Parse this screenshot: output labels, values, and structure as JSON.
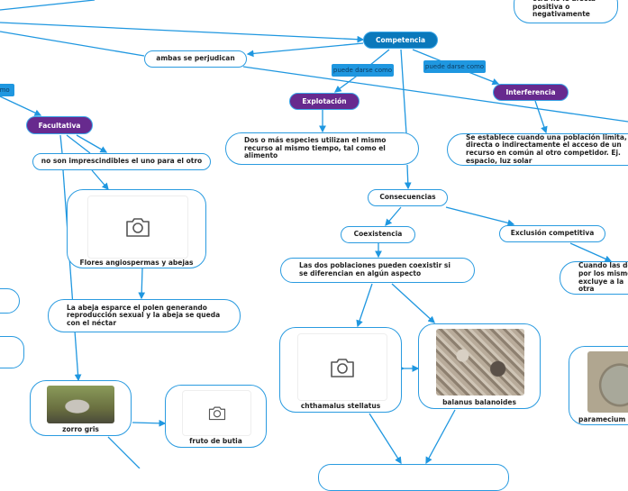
{
  "colors": {
    "link": "#1f97e0",
    "competencia": "#0a78bb",
    "type_node": "#672a8e"
  },
  "nodes": {
    "top_right": "otra no le afecta positiva o negativamente",
    "ambas": "ambas se perjudican",
    "competencia": "Competencia",
    "puede1": "puede darse como",
    "puede2": "puede darse como",
    "explotacion": "Explotación",
    "interferencia": "Interferencia",
    "dos_o_mas": "Dos o más especies utilizan el mismo recurso al mismo tiempo, tal como el alimento",
    "se_establece": "Se establece cuando una población limita, directa o indirectamente el acceso de un recurso en común al otro competidor. Ej. espacio, luz solar",
    "consecuencias": "Consecuencias",
    "coexistencia": "Coexistencia",
    "exclusion": "Exclusión competitiva",
    "las_dos": "Las dos poblaciones pueden coexistir si se diferencian en algún aspecto",
    "cuando_las_dos": "Cuando las dos por los mismos excluye a la otra",
    "chthamalus": "chthamalus stellatus",
    "balanus": "balanus balanoides",
    "paramecium": "paramecium",
    "omo_label": "omo",
    "facultativa": "Facultativa",
    "no_son": "no son imprescindibles el uno para el otro",
    "flores": "Flores angiospermas y abejas",
    "la_abeja": "La abeja esparce el polen generando reproducción sexual y la abeja se queda con el néctar",
    "zorro": "zorro gris",
    "fruto": "fruto de butia"
  },
  "icons": {
    "placeholder": "camera-icon"
  }
}
